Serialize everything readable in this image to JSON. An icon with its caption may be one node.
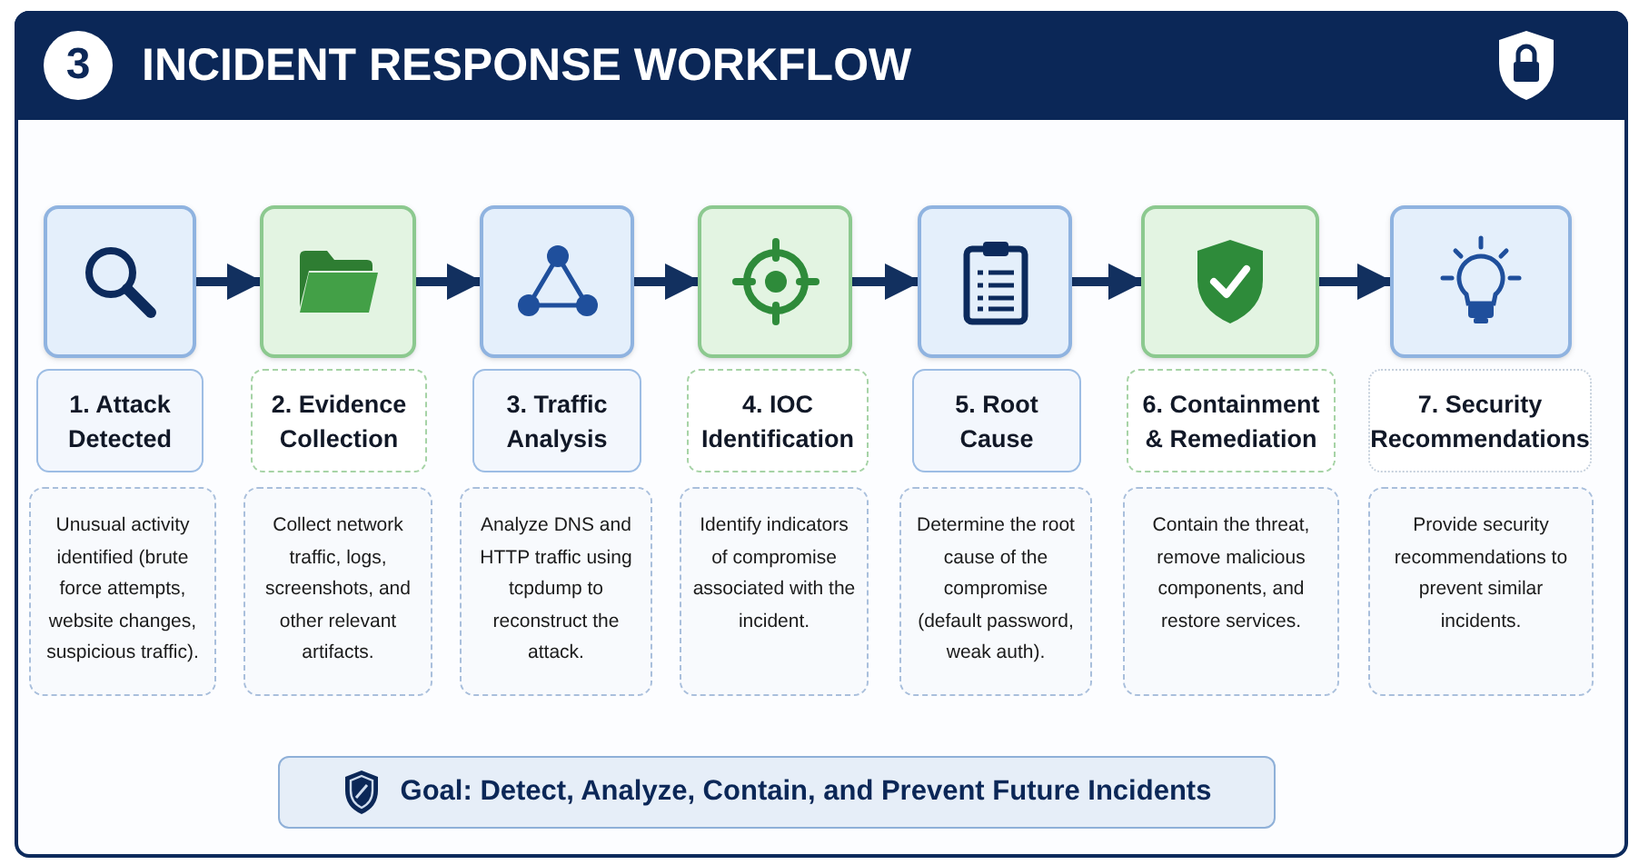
{
  "diagram": {
    "title": "INCIDENT RESPONSE WORKFLOW",
    "nodes": [
      {
        "text": [
          "3"
        ]
      },
      {
        "text": [],
        "shape": "box"
      },
      {
        "text": [],
        "shape": "box"
      },
      {
        "text": [],
        "shape": "box"
      },
      {
        "text": [],
        "shape": "box"
      },
      {
        "text": [],
        "shape": "box"
      },
      {
        "text": [],
        "shape": "box"
      },
      {
        "text": [],
        "shape": "box"
      },
      {
        "text": [
          "1. Attack Detected"
        ]
      },
      {
        "text": [
          "2. Evidence Collection"
        ]
      },
      {
        "text": [
          "3. Traffic Analysis"
        ]
      },
      {
        "text": [
          "4. IOC Identification"
        ]
      },
      {
        "text": [
          "5. Root Cause"
        ]
      },
      {
        "text": [
          "6. Containment & Remediation"
        ]
      },
      {
        "text": [
          "7. Security Recommendations"
        ]
      },
      {
        "text": [
          "Unusual activity identified (brute force attempts, website changes, suspicious traffic)."
        ]
      },
      {
        "text": [
          "Collect network traffic, logs, screenshots, and other relevant artifacts."
        ]
      },
      {
        "text": [
          "Analyze DNS and HTTP traffic using tcpdump to reconstruct the attack."
        ]
      },
      {
        "text": [
          "Identify indicators of compromise associated with the incident."
        ]
      },
      {
        "text": [
          "Determine the root cause of the compromise (default password, weak auth)."
        ]
      },
      {
        "text": [
          "Contain the threat, remove malicious components, and restore services."
        ]
      },
      {
        "text": [
          "Provide security recommendations to prevent similar incidents."
        ]
      },
      {
        "text": [
          "Goal: Detect, Analyze, Contain, and Prevent Future Incidents"
        ]
      }
    ],
    "edges": [
      {
        "from": 1,
        "to": 2,
        "arrow": "to"
      },
      {
        "from": 2,
        "to": 3,
        "arrow": "to"
      },
      {
        "from": 3,
        "to": 4,
        "arrow": "to"
      },
      {
        "from": 4,
        "to": 5,
        "arrow": "to"
      },
      {
        "from": 5,
        "to": 6,
        "arrow": "to"
      },
      {
        "from": 6,
        "to": 7,
        "arrow": "to"
      }
    ]
  }
}
